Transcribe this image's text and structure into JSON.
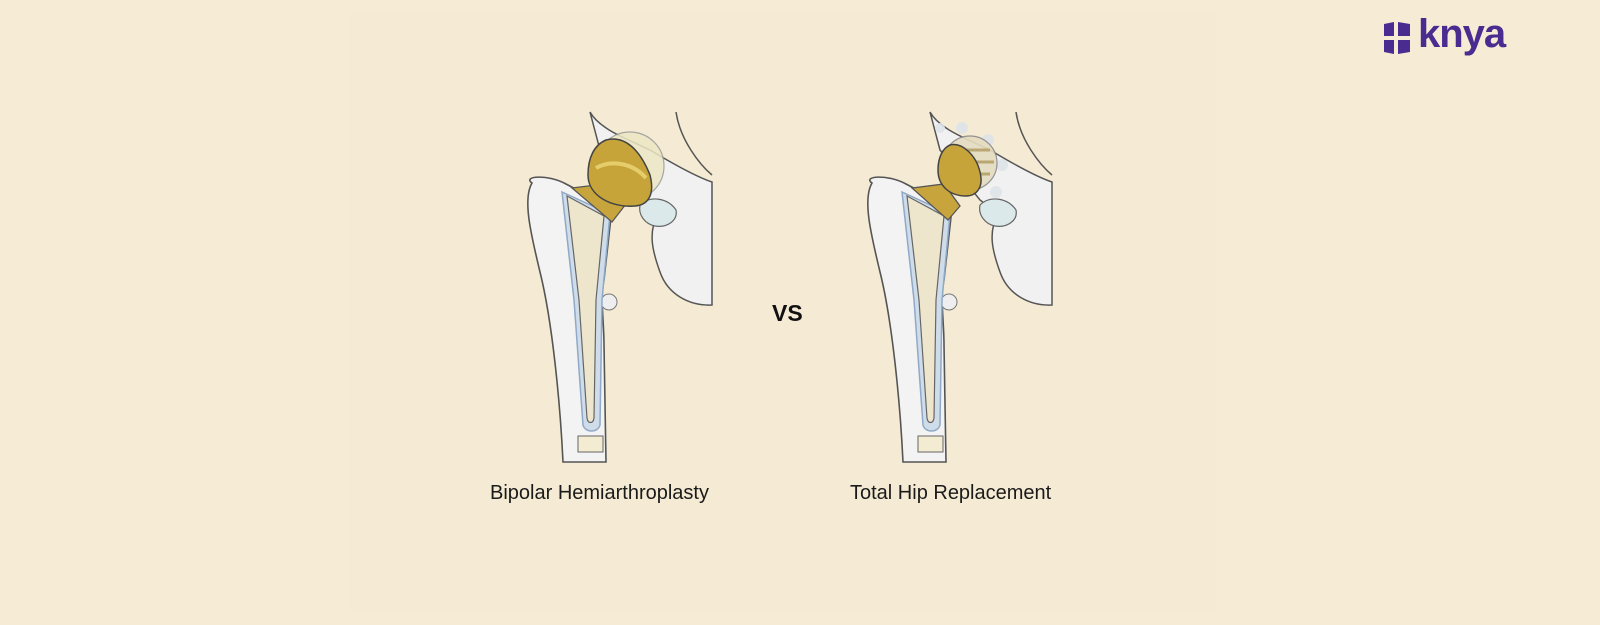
{
  "brand": {
    "name": "knya",
    "color": "#4a2c91"
  },
  "left_label": "Bipolar Hemiarthroplasty",
  "right_label": "Total Hip Replacement",
  "vs_label": "VS"
}
